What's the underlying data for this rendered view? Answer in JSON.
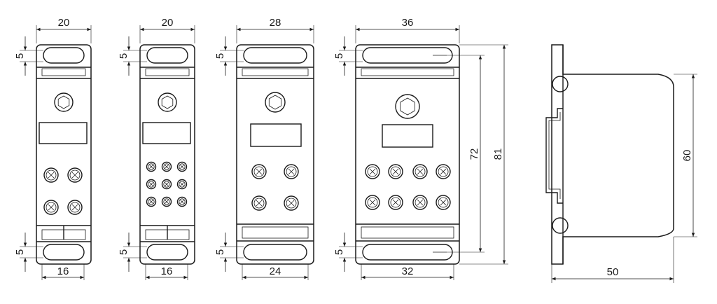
{
  "modules": [
    {
      "top_width": "20",
      "bottom_width": "16",
      "top_offset": "5",
      "bottom_offset": "5",
      "screws": "2x2"
    },
    {
      "top_width": "20",
      "bottom_width": "16",
      "top_offset": "5",
      "bottom_offset": "5",
      "screws": "3x3 small"
    },
    {
      "top_width": "28",
      "bottom_width": "24",
      "top_offset": "5",
      "bottom_offset": "5",
      "screws": "2x2"
    },
    {
      "top_width": "36",
      "bottom_width": "32",
      "top_offset": "5",
      "bottom_offset": "5",
      "inner_height": "72",
      "total_height": "81",
      "screws": "4x2"
    }
  ],
  "side_view": {
    "height": "60",
    "depth": "50"
  }
}
